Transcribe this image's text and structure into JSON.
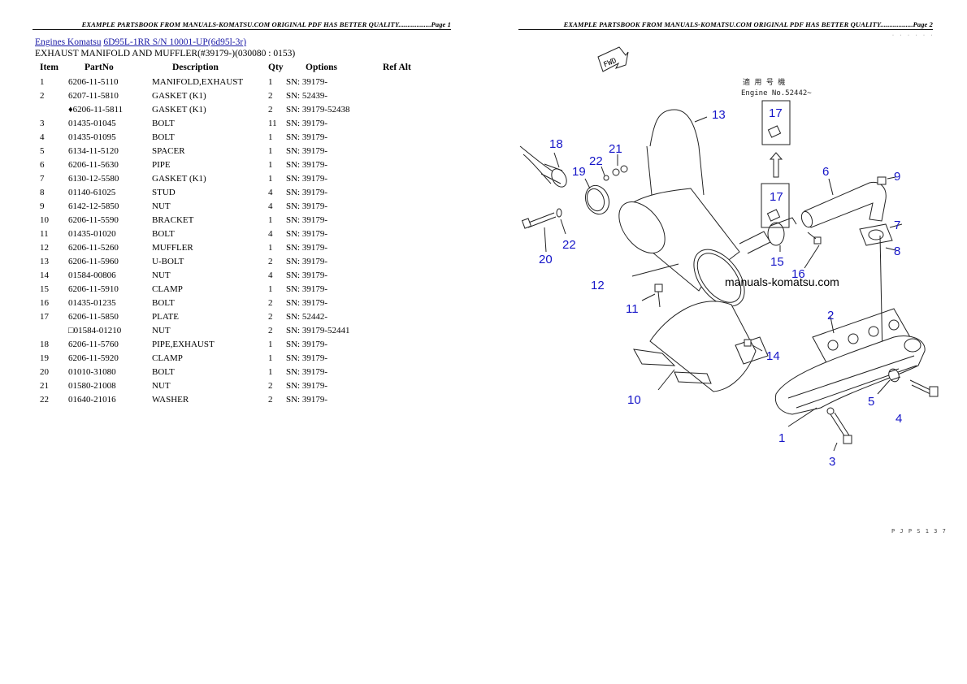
{
  "header": {
    "page1": "EXAMPLE PARTSBOOK FROM MANUALS-KOMATSU.COM ORIGINAL PDF HAS BETTER QUALITY..................Page 1",
    "page2": "EXAMPLE PARTSBOOK FROM MANUALS-KOMATSU.COM ORIGINAL PDF HAS BETTER QUALITY..................Page 2"
  },
  "breadcrumb": {
    "link1": "Engines Komatsu",
    "link2": "6D95L-1RR S/N 10001-UP(6d95l-3r)"
  },
  "subtitle": "EXHAUST MANIFOLD AND MUFFLER(#39179-)(030080 : 0153)",
  "table": {
    "headers": [
      "Item",
      "PartNo",
      "Description",
      "Qty",
      "Options",
      "Ref Alt"
    ],
    "rows": [
      {
        "item": "1",
        "part": "6206-11-5110",
        "desc": "MANIFOLD,EXHAUST",
        "qty": "1",
        "opt": "SN: 39179-"
      },
      {
        "item": "2",
        "part": "6207-11-5810",
        "desc": "GASKET (K1)",
        "qty": "2",
        "opt": "SN: 52439-"
      },
      {
        "item": "",
        "part": "♦6206-11-5811",
        "desc": "GASKET (K1)",
        "qty": "2",
        "opt": "SN: 39179-52438"
      },
      {
        "item": "3",
        "part": "01435-01045",
        "desc": "BOLT",
        "qty": "11",
        "opt": "SN: 39179-"
      },
      {
        "item": "4",
        "part": "01435-01095",
        "desc": "BOLT",
        "qty": "1",
        "opt": "SN: 39179-"
      },
      {
        "item": "5",
        "part": "6134-11-5120",
        "desc": "SPACER",
        "qty": "1",
        "opt": "SN: 39179-"
      },
      {
        "item": "6",
        "part": "6206-11-5630",
        "desc": "PIPE",
        "qty": "1",
        "opt": "SN: 39179-"
      },
      {
        "item": "7",
        "part": "6130-12-5580",
        "desc": "GASKET (K1)",
        "qty": "1",
        "opt": "SN: 39179-"
      },
      {
        "item": "8",
        "part": "01140-61025",
        "desc": "STUD",
        "qty": "4",
        "opt": "SN: 39179-"
      },
      {
        "item": "9",
        "part": "6142-12-5850",
        "desc": "NUT",
        "qty": "4",
        "opt": "SN: 39179-"
      },
      {
        "item": "10",
        "part": "6206-11-5590",
        "desc": "BRACKET",
        "qty": "1",
        "opt": "SN: 39179-"
      },
      {
        "item": "11",
        "part": "01435-01020",
        "desc": "BOLT",
        "qty": "4",
        "opt": "SN: 39179-"
      },
      {
        "item": "12",
        "part": "6206-11-5260",
        "desc": "MUFFLER",
        "qty": "1",
        "opt": "SN: 39179-"
      },
      {
        "item": "13",
        "part": "6206-11-5960",
        "desc": "U-BOLT",
        "qty": "2",
        "opt": "SN: 39179-"
      },
      {
        "item": "14",
        "part": "01584-00806",
        "desc": "NUT",
        "qty": "4",
        "opt": "SN: 39179-"
      },
      {
        "item": "15",
        "part": "6206-11-5910",
        "desc": "CLAMP",
        "qty": "1",
        "opt": "SN: 39179-"
      },
      {
        "item": "16",
        "part": "01435-01235",
        "desc": "BOLT",
        "qty": "2",
        "opt": "SN: 39179-"
      },
      {
        "item": "17",
        "part": "6206-11-5850",
        "desc": "PLATE",
        "qty": "2",
        "opt": "SN: 52442-"
      },
      {
        "item": "",
        "part": "□01584-01210",
        "desc": "NUT",
        "qty": "2",
        "opt": "SN: 39179-52441"
      },
      {
        "item": "18",
        "part": "6206-11-5760",
        "desc": "PIPE,EXHAUST",
        "qty": "1",
        "opt": "SN: 39179-"
      },
      {
        "item": "19",
        "part": "6206-11-5920",
        "desc": "CLAMP",
        "qty": "1",
        "opt": "SN: 39179-"
      },
      {
        "item": "20",
        "part": "01010-31080",
        "desc": "BOLT",
        "qty": "1",
        "opt": "SN: 39179-"
      },
      {
        "item": "21",
        "part": "01580-21008",
        "desc": "NUT",
        "qty": "2",
        "opt": "SN: 39179-"
      },
      {
        "item": "22",
        "part": "01640-21016",
        "desc": "WASHER",
        "qty": "2",
        "opt": "SN: 39179-"
      }
    ]
  },
  "diagram": {
    "fwd_label": "FWD",
    "watermark": "manuals-komatsu.com",
    "engine_note_jp": "適 用 号 機",
    "engine_note": "Engine No.52442~",
    "callouts": [
      "1",
      "2",
      "3",
      "4",
      "5",
      "6",
      "7",
      "8",
      "9",
      "10",
      "11",
      "12",
      "13",
      "14",
      "15",
      "16",
      "17",
      "17",
      "18",
      "19",
      "20",
      "21",
      "22",
      "22"
    ]
  },
  "footer_code": "P J P S 1 3 7"
}
